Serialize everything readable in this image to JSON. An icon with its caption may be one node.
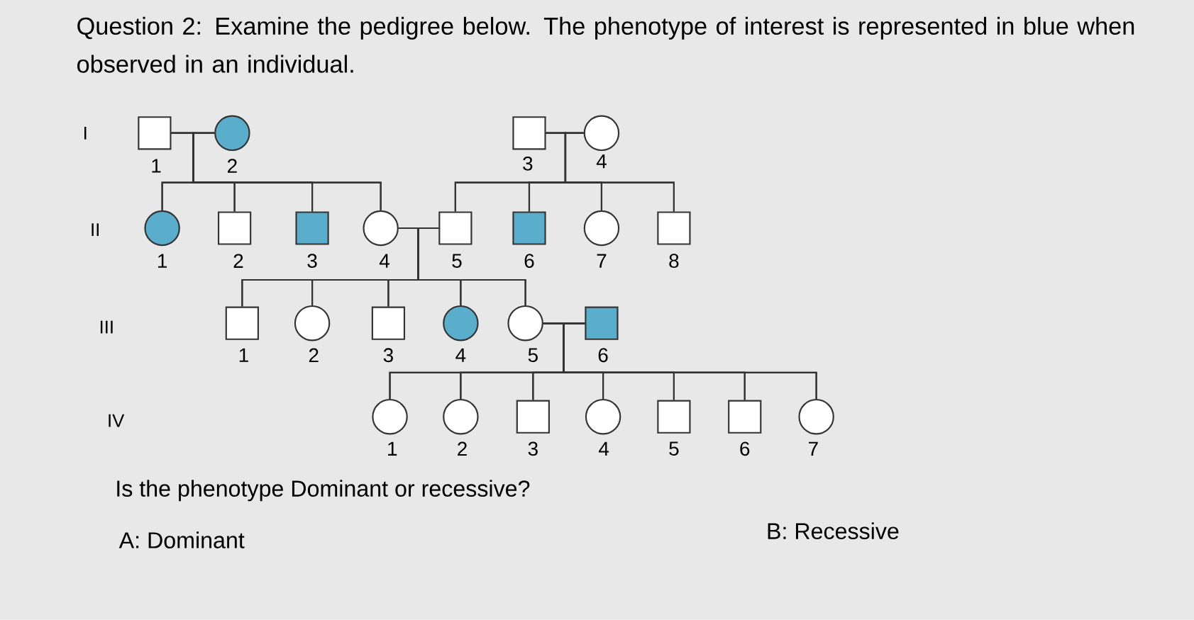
{
  "diagram": {
    "title": "Question 2: Examine the pedigree below. The phenotype of interest is represented in blue when observed in an individual.",
    "nodes": [
      {
        "text": [],
        "shape": "box",
        "beside": [
          "1"
        ]
      },
      {
        "text": [],
        "shape": "circle",
        "beside": [
          "2"
        ]
      },
      {
        "text": [],
        "shape": "box",
        "beside": [
          "3"
        ]
      },
      {
        "text": [],
        "shape": "circle",
        "beside": [
          "4"
        ]
      },
      {
        "text": [],
        "shape": "circle",
        "beside": [
          "1"
        ]
      },
      {
        "text": [],
        "shape": "box",
        "beside": [
          "2"
        ]
      },
      {
        "text": [],
        "shape": "box",
        "beside": [
          "3"
        ]
      },
      {
        "text": [],
        "shape": "circle",
        "beside": [
          "4"
        ]
      },
      {
        "text": [],
        "shape": "box",
        "beside": [
          "5"
        ]
      },
      {
        "text": [],
        "shape": "box",
        "beside": [
          "6"
        ]
      },
      {
        "text": [],
        "shape": "circle",
        "beside": [
          "7"
        ]
      },
      {
        "text": [],
        "shape": "box",
        "beside": [
          "8"
        ]
      },
      {
        "text": [],
        "shape": "box",
        "beside": [
          "1"
        ]
      },
      {
        "text": [],
        "shape": "circle",
        "beside": [
          "2"
        ]
      },
      {
        "text": [],
        "shape": "box",
        "beside": [
          "3"
        ]
      },
      {
        "text": [],
        "shape": "circle",
        "beside": [
          "4"
        ]
      },
      {
        "text": [],
        "shape": "circle",
        "beside": [
          "5"
        ]
      },
      {
        "text": [],
        "shape": "box",
        "beside": [
          "6"
        ]
      },
      {
        "text": [],
        "shape": "circle",
        "beside": [
          "1"
        ]
      },
      {
        "text": [],
        "shape": "circle",
        "beside": [
          "2"
        ]
      },
      {
        "text": [],
        "shape": "box",
        "beside": [
          "3"
        ]
      },
      {
        "text": [],
        "shape": "circle",
        "beside": [
          "4"
        ]
      },
      {
        "text": [],
        "shape": "box",
        "beside": [
          "5"
        ]
      },
      {
        "text": [],
        "shape": "box",
        "beside": [
          "6"
        ]
      },
      {
        "text": [],
        "shape": "circle",
        "beside": [
          "7"
        ]
      }
    ],
    "edges": [
      {
        "from": 0,
        "to": 1,
        "arrow": "none"
      },
      {
        "from": 2,
        "to": 3,
        "arrow": "none"
      },
      {
        "from": 7,
        "to": 8,
        "arrow": "none"
      },
      {
        "from": 16,
        "to": 17,
        "arrow": "none"
      },
      {
        "from": 0,
        "to": 4,
        "arrow": "none"
      },
      {
        "from": 1,
        "to": 4,
        "arrow": "none"
      },
      {
        "from": 0,
        "to": 5,
        "arrow": "none"
      },
      {
        "from": 1,
        "to": 5,
        "arrow": "none"
      },
      {
        "from": 0,
        "to": 6,
        "arrow": "none"
      },
      {
        "from": 1,
        "to": 6,
        "arrow": "none"
      },
      {
        "from": 0,
        "to": 7,
        "arrow": "none"
      },
      {
        "from": 1,
        "to": 7,
        "arrow": "none"
      },
      {
        "from": 2,
        "to": 8,
        "arrow": "none"
      },
      {
        "from": 3,
        "to": 8,
        "arrow": "none"
      },
      {
        "from": 2,
        "to": 9,
        "arrow": "none"
      },
      {
        "from": 3,
        "to": 9,
        "arrow": "none"
      },
      {
        "from": 2,
        "to": 10,
        "arrow": "none"
      },
      {
        "from": 3,
        "to": 10,
        "arrow": "none"
      },
      {
        "from": 2,
        "to": 11,
        "arrow": "none"
      },
      {
        "from": 3,
        "to": 11,
        "arrow": "none"
      },
      {
        "from": 7,
        "to": 12,
        "arrow": "none"
      },
      {
        "from": 8,
        "to": 12,
        "arrow": "none"
      },
      {
        "from": 7,
        "to": 13,
        "arrow": "none"
      },
      {
        "from": 8,
        "to": 13,
        "arrow": "none"
      },
      {
        "from": 7,
        "to": 14,
        "arrow": "none"
      },
      {
        "from": 8,
        "to": 14,
        "arrow": "none"
      },
      {
        "from": 7,
        "to": 15,
        "arrow": "none"
      },
      {
        "from": 8,
        "to": 15,
        "arrow": "none"
      },
      {
        "from": 7,
        "to": 16,
        "arrow": "none"
      },
      {
        "from": 8,
        "to": 16,
        "arrow": "none"
      },
      {
        "from": 16,
        "to": 18,
        "arrow": "none"
      },
      {
        "from": 17,
        "to": 18,
        "arrow": "none"
      },
      {
        "from": 16,
        "to": 19,
        "arrow": "none"
      },
      {
        "from": 17,
        "to": 19,
        "arrow": "none"
      },
      {
        "from": 16,
        "to": 20,
        "arrow": "none"
      },
      {
        "from": 17,
        "to": 20,
        "arrow": "none"
      },
      {
        "from": 16,
        "to": 21,
        "arrow": "none"
      },
      {
        "from": 17,
        "to": 21,
        "arrow": "none"
      },
      {
        "from": 16,
        "to": 22,
        "arrow": "none"
      },
      {
        "from": 17,
        "to": 22,
        "arrow": "none"
      },
      {
        "from": 16,
        "to": 23,
        "arrow": "none"
      },
      {
        "from": 17,
        "to": 23,
        "arrow": "none"
      },
      {
        "from": 16,
        "to": 24,
        "arrow": "none"
      },
      {
        "from": 17,
        "to": 24,
        "arrow": "none"
      }
    ],
    "labels": [
      "I",
      "II",
      "III",
      "IV",
      "Is the phenotype Dominant or recessive?",
      "A: Dominant",
      "B: Recessive"
    ]
  }
}
